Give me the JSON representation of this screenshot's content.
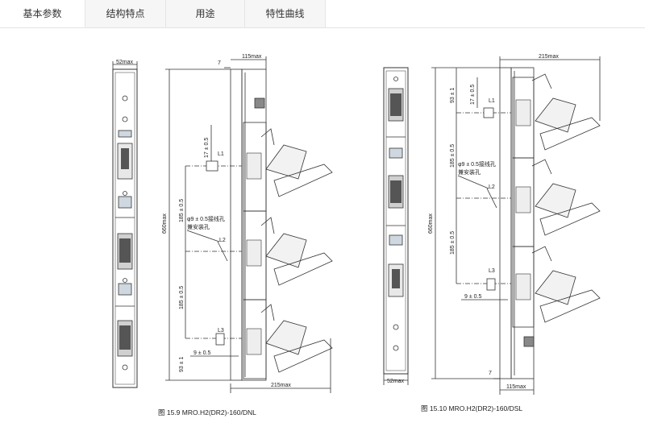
{
  "tabs": [
    {
      "label": "基本参数",
      "active": true
    },
    {
      "label": "结构特点",
      "active": false
    },
    {
      "label": "用途",
      "active": false
    },
    {
      "label": "特性曲线",
      "active": false
    }
  ],
  "fig1": {
    "caption": "图 15.9   MRO.H2(DR2)-160/DNL",
    "front_width": "52max",
    "top_width": "115max",
    "top_offset": "7",
    "height": "660max",
    "d_l1": "17 ± 0.5",
    "l1": "L1",
    "l2": "L2",
    "l3": "L3",
    "hole_note_1": "φ9 ± 0.5接线孔",
    "hole_note_2": "兼安装孔",
    "pitch_1": "185 ± 0.5",
    "pitch_2": "185 ± 0.5",
    "d_l3": "9 ± 0.5",
    "bottom_offset": "93 ± 1",
    "bottom_width": "215max"
  },
  "fig2": {
    "caption": "图 15.10   MRO.H2(DR2)-160/DSL",
    "top_width": "215max",
    "top_offset": "93 ± 1",
    "d_l1": "17 ± 0.5",
    "l1": "L1",
    "l2": "L2",
    "l3": "L3",
    "hole_note_1": "φ9 ± 0.5接线孔",
    "hole_note_2": "兼安装孔",
    "pitch_1": "185 ± 0.5",
    "pitch_2": "185 ± 0.5",
    "height": "660max",
    "d_l3": "9 ± 0.5",
    "front_width": "52max",
    "bottom_offset": "7",
    "bottom_width": "115max"
  },
  "colors": {
    "line": "#333333",
    "tab_bg": "#f6f6f6",
    "accent": "#444444"
  }
}
